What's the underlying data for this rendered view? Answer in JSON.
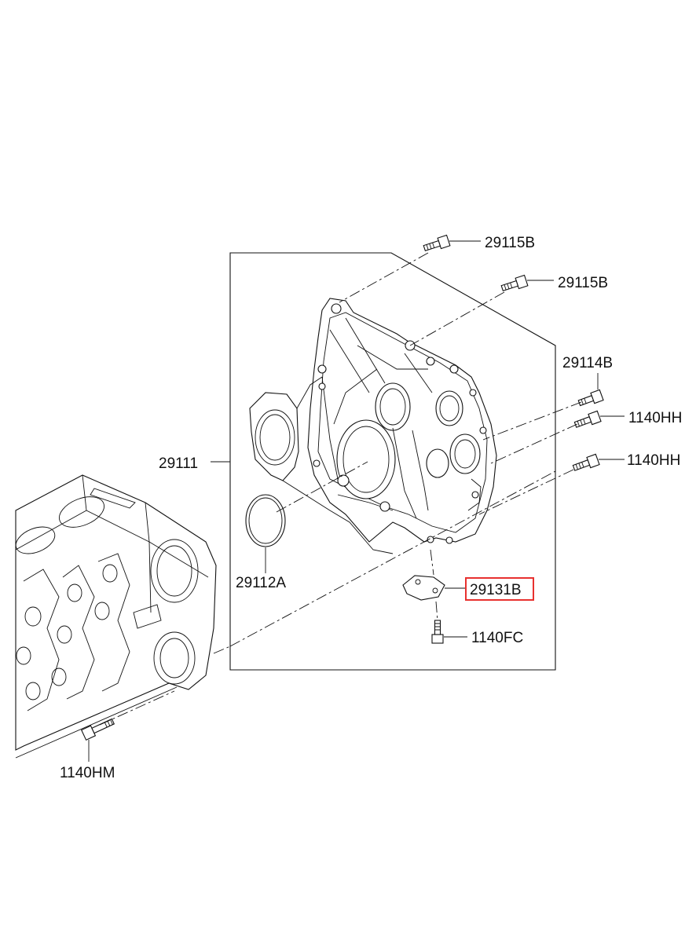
{
  "callouts": [
    {
      "id": "c1",
      "text": "29115B"
    },
    {
      "id": "c2",
      "text": "29115B"
    },
    {
      "id": "c3",
      "text": "29114B"
    },
    {
      "id": "c4",
      "text": "1140HH"
    },
    {
      "id": "c5",
      "text": "1140HH"
    },
    {
      "id": "c6",
      "text": "29111"
    },
    {
      "id": "c7",
      "text": "29112A"
    },
    {
      "id": "c8",
      "text": "29131B"
    },
    {
      "id": "c9",
      "text": "1140FC"
    },
    {
      "id": "c10",
      "text": "1140HM"
    }
  ],
  "highlight": {
    "callout": "29131B",
    "color": "#e8312f"
  },
  "line_color": "#111111"
}
